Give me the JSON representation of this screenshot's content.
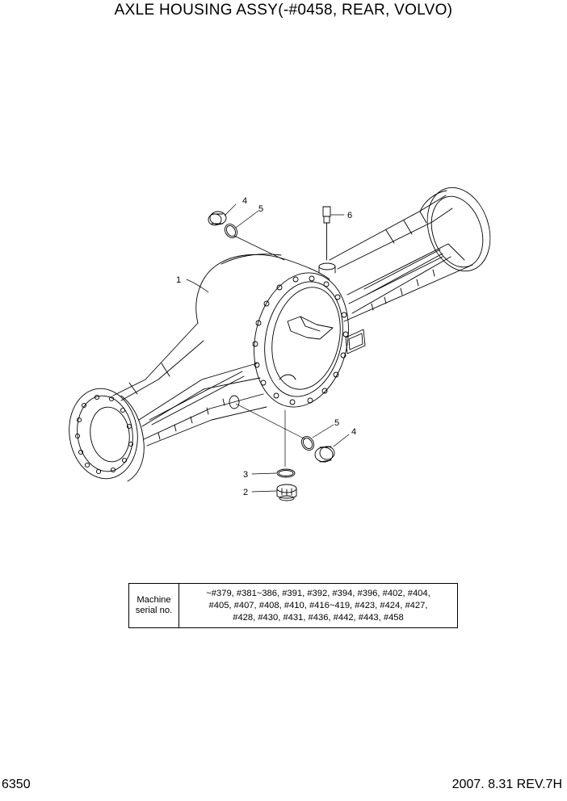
{
  "title": "AXLE HOUSING ASSY(-#0458, REAR, VOLVO)",
  "callouts": {
    "c1": "1",
    "c2": "2",
    "c3": "3",
    "c4_top": "4",
    "c5_top": "5",
    "c6": "6",
    "c5_bottom": "5",
    "c4_bottom": "4"
  },
  "serial_table": {
    "label_line1": "Machine",
    "label_line2": "serial no.",
    "value_lines": [
      "~#379, #381~386, #391, #392, #394, #396, #402, #404,",
      "#405, #407, #408, #410, #416~419, #423, #424, #427,",
      "#428, #430, #431, #436, #442, #443, #458"
    ]
  },
  "footer": {
    "page_number": "6350",
    "revision": "2007. 8.31  REV.7H"
  }
}
